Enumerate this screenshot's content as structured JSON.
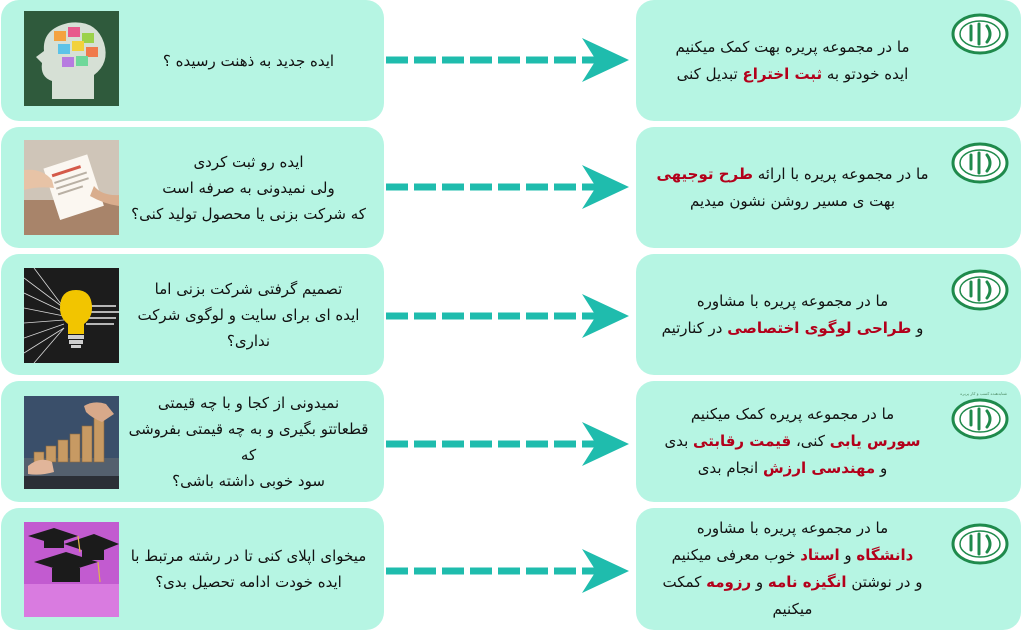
{
  "colors": {
    "card": "#b6f5e3",
    "arrow": "#1fbcad",
    "highlight": "#b3001b",
    "logo": "#1f8a4c"
  },
  "logo_caption": "شتابدهنده کسب و کار پریره",
  "rows": [
    {
      "question": [
        "ایده جدید به ذهنت رسیده ؟"
      ],
      "answer": [
        [
          {
            "t": "ما در مجموعه پریره بهت کمک میکنیم",
            "h": false
          }
        ],
        [
          {
            "t": "ایده خودتو به ",
            "h": false
          },
          {
            "t": "ثبت اختراع",
            "h": true
          },
          {
            "t": " تبدیل کنی",
            "h": false
          }
        ]
      ],
      "thumb_icon": "brain-ideas-icon"
    },
    {
      "question": [
        "ایده رو ثبت کردی",
        "ولی نمیدونی به صرفه است",
        "که شرکت بزنی یا محصول تولید کنی؟"
      ],
      "answer": [
        [
          {
            "t": "ما در مجموعه پریره با ارائه ",
            "h": false
          },
          {
            "t": "طرح توجیهی",
            "h": true
          }
        ],
        [
          {
            "t": "بهت ی مسیر روشن نشون میدیم",
            "h": false
          }
        ]
      ],
      "thumb_icon": "document-handover-icon"
    },
    {
      "question": [
        "تصمیم گرفتی شرکت بزنی اما",
        "ایده ای برای سایت و لوگوی شرکت نداری؟"
      ],
      "answer": [
        [
          {
            "t": "ما در مجموعه پریره با مشاوره",
            "h": false
          }
        ],
        [
          {
            "t": "و ",
            "h": false
          },
          {
            "t": "طراحی لوگوی اختصاصی",
            "h": true
          },
          {
            "t": " در کنارتیم",
            "h": false
          }
        ]
      ],
      "thumb_icon": "lightbulb-icon"
    },
    {
      "question": [
        "نمیدونی از کجا و با چه قیمتی",
        "قطعاتتو بگیری و به چه قیمتی بفروشی که",
        "سود خوبی داشته باشی؟"
      ],
      "answer": [
        [
          {
            "t": "ما در مجموعه پریره کمک میکنیم",
            "h": false
          }
        ],
        [
          {
            "t": "سورس یابی",
            "h": true
          },
          {
            "t": " کنی، ",
            "h": false
          },
          {
            "t": "قیمت رقابتی",
            "h": true
          },
          {
            "t": " بدی",
            "h": false
          }
        ],
        [
          {
            "t": "و ",
            "h": false
          },
          {
            "t": "مهندسی ارزش",
            "h": true
          },
          {
            "t": " انجام بدی",
            "h": false
          }
        ]
      ],
      "thumb_icon": "price-blocks-icon"
    },
    {
      "question": [
        "میخوای اپلای کنی تا در رشته مرتبط با",
        "ایده خودت ادامه تحصیل بدی؟"
      ],
      "answer": [
        [
          {
            "t": "ما در مجموعه پریره با مشاوره",
            "h": false
          }
        ],
        [
          {
            "t": "دانشگاه",
            "h": true
          },
          {
            "t": " و ",
            "h": false
          },
          {
            "t": "استاد",
            "h": true
          },
          {
            "t": " خوب معرفی میکنیم",
            "h": false
          }
        ],
        [
          {
            "t": "و در نوشتن ",
            "h": false
          },
          {
            "t": "انگیزه نامه",
            "h": true
          },
          {
            "t": " و ",
            "h": false
          },
          {
            "t": "رزومه",
            "h": true
          },
          {
            "t": " کمکت میکنیم",
            "h": false
          }
        ]
      ],
      "thumb_icon": "graduation-caps-icon"
    }
  ]
}
